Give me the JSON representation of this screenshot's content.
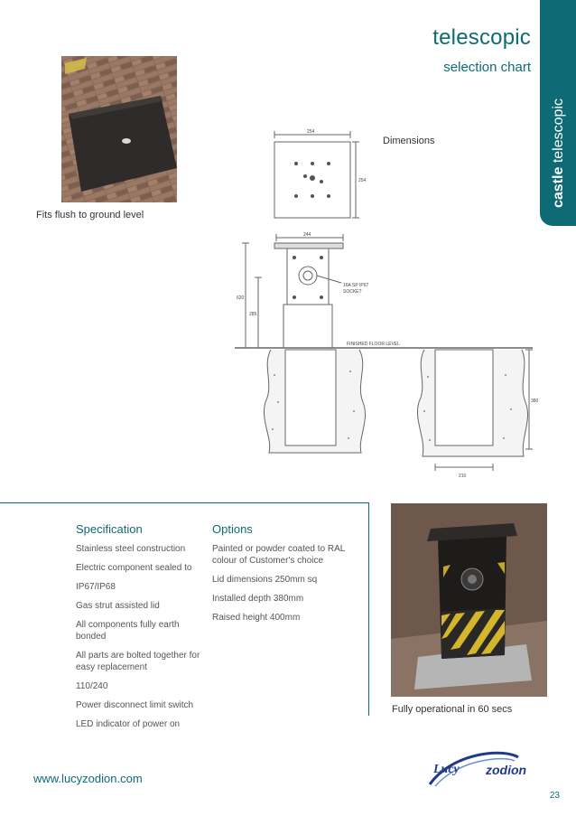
{
  "header": {
    "title": "telescopic",
    "subtitle": "selection chart"
  },
  "side_tab": {
    "brand": "castle",
    "product": "telescopic"
  },
  "photo_top": {
    "caption": "Fits flush to ground level"
  },
  "drawing": {
    "label": "Dimensions",
    "plan_width": "254",
    "plan_depth": "254",
    "lid_width": "244",
    "overall_height": "620",
    "body_height": "285",
    "socket_note": "16A SP IP67",
    "socket_note2": "SOCKET",
    "floor_label": "FINISHED FLOOR LEVEL",
    "installed_depth": "380",
    "base_width": "210"
  },
  "specification": {
    "heading": "Specification",
    "items": [
      "Stainless steel construction",
      "Electric component sealed to",
      "IP67/IP68",
      "Gas strut assisted lid",
      "All components fully earth bonded",
      "All parts are bolted together for easy replacement",
      "110/240",
      "Power disconnect limit switch",
      "LED indicator of power on"
    ]
  },
  "options": {
    "heading": "Options",
    "items": [
      "Painted or powder coated to RAL colour of Customer's choice",
      "Lid dimensions 250mm sq",
      "Installed depth 380mm",
      "Raised height 400mm"
    ]
  },
  "photo_bottom": {
    "caption": "Fully operational in 60 secs"
  },
  "footer": {
    "url": "www.lucyzodion.com",
    "logo_left": "Lucy",
    "logo_right": "zodion",
    "page_number": "23"
  },
  "colors": {
    "accent": "#0e6b75",
    "logo_blue": "#1f3c8c"
  }
}
